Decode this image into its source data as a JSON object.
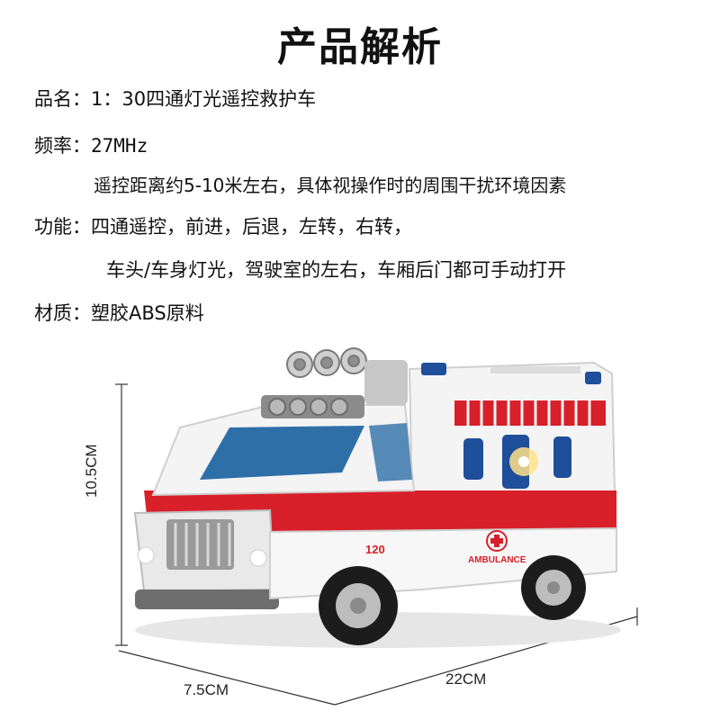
{
  "page": {
    "title": "产品解析"
  },
  "specs": {
    "name_label": "品名：",
    "name_value": "1：30四通灯光遥控救护车",
    "freq_label": "频率：",
    "freq_value": "27MHz",
    "range_note": "遥控距离约5-10米左右，具体视操作时的周围干扰环境因素",
    "function_label": "功能：",
    "function_value": "四通遥控，前进，后退，左转，右转，",
    "function_value_2": "车头/车身灯光，驾驶室的左右，车厢后门都可手动打开",
    "material_label": "材质：",
    "material_value": "塑胶ABS原料"
  },
  "figure": {
    "height": "10.5CM",
    "width": "7.5CM",
    "length": "22CM",
    "side_number": "120",
    "side_text": "AMBULANCE"
  },
  "colors": {
    "body_white": "#f4f4f4",
    "stripe_red": "#d8202a",
    "light_blue": "#1f4e9a",
    "tire_black": "#1c1c1c",
    "glass": "#2e6fa8"
  }
}
